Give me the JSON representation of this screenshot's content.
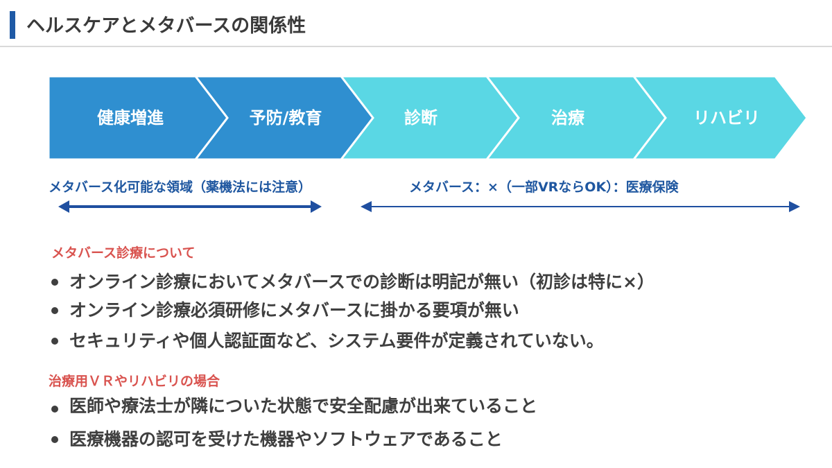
{
  "header": {
    "title": "ヘルスケアとメタバースの関係性",
    "accent_color": "#1f5aa6"
  },
  "flow": {
    "steps": [
      {
        "label": "健康増進",
        "color": "#2f8fd0"
      },
      {
        "label": "予防/教育",
        "color": "#2f8fd0"
      },
      {
        "label": "診断",
        "color": "#5ad7e4"
      },
      {
        "label": "治療",
        "color": "#5ad7e4"
      },
      {
        "label": "リハビリ",
        "color": "#5ad7e4"
      }
    ]
  },
  "ranges": {
    "left_label": "メタバース化可能な領域（薬機法には注意）",
    "right_label": "メタバース：×（一部VRならOK）：医療保険"
  },
  "sections": [
    {
      "heading": "メタバース診療について",
      "items": [
        "オンライン診療においてメタバースでの診断は明記が無い（初診は特に×）",
        "オンライン診療必須研修にメタバースに掛かる要項が無い",
        "セキュリティや個人認証面など、システム要件が定義されていない。"
      ]
    },
    {
      "heading": "治療用ＶＲやリハビリの場合",
      "items": [
        "医師や療法士が隣についた状態で安全配慮が出来ていること",
        "医療機器の認可を受けた機器やソフトウェアであること"
      ]
    }
  ]
}
